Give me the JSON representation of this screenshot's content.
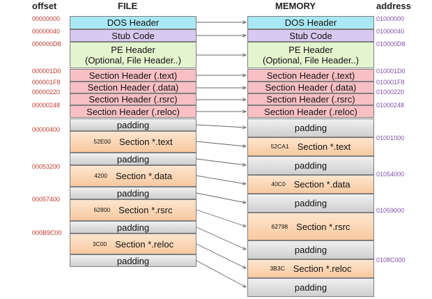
{
  "headers": {
    "offset": "offset",
    "file": "FILE",
    "memory": "MEMORY",
    "address": "address"
  },
  "offsets": [
    "00000000",
    "00000040",
    "000000D8",
    "000001D0",
    "000001F8",
    "00000220",
    "00000248",
    "00000400",
    "00053200",
    "00057400",
    "000B9C00"
  ],
  "addresses": [
    "01000000",
    "01000040",
    "010000D8",
    "010001D0",
    "010001F8",
    "01000220",
    "01000248",
    "01001000",
    "01054000",
    "01059000",
    "0108C000"
  ],
  "file": {
    "dos": "DOS Header",
    "stub": "Stub Code",
    "pe1": "PE Header",
    "pe2": "(Optional, File Header..)",
    "sh_text": "Section Header (.text)",
    "sh_data": "Section Header (.data)",
    "sh_rsrc": "Section Header (.rsrc)",
    "sh_reloc": "Section Header (.reloc)",
    "padding": "padding",
    "text_size": "52E00",
    "text_name": "Section *.text",
    "data_size": "4200",
    "data_name": "Section *.data",
    "rsrc_size": "62800",
    "rsrc_name": "Section *.rsrc",
    "reloc_size": "3C00",
    "reloc_name": "Section *.reloc"
  },
  "memory": {
    "dos": "DOS Header",
    "stub": "Stub Code",
    "pe1": "PE Header",
    "pe2": "(Optional, File Header..)",
    "sh_text": "Section Header (.text)",
    "sh_data": "Section Header (.data)",
    "sh_rsrc": "Section Header (.rsrc)",
    "sh_reloc": "Section Header (.reloc)",
    "padding": "padding",
    "text_size": "52CA1",
    "text_name": "Section *.text",
    "data_size": "40C0",
    "data_name": "Section *.data",
    "rsrc_size": "62798",
    "rsrc_name": "Section *.rsrc",
    "reloc_size": "3B3C",
    "reloc_name": "Section *.reloc"
  },
  "colors": {
    "header": "#a9e8f6",
    "stub": "#d8c9f0",
    "pe": "#e4f4cf",
    "section_header": "#f8c0c4",
    "padding": "#d9d9d9",
    "section": "#f8c9a0"
  }
}
